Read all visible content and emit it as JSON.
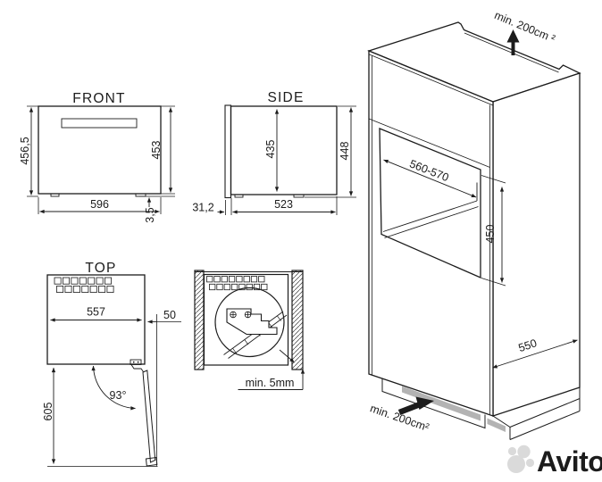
{
  "colors": {
    "ink": "#1c1c1c",
    "vent_grey": "#b3b3b3",
    "watermark_grey": "#dadada"
  },
  "front_view": {
    "title": "FRONT",
    "overall_height": "456,5",
    "body_height": "453",
    "width": "596",
    "feet_height": "3,5"
  },
  "side_view": {
    "title": "SIDE",
    "inner_height": "435",
    "overall_height": "448",
    "door_thickness": "31,2",
    "depth": "523"
  },
  "top_view": {
    "title": "TOP",
    "body_width": "557",
    "door_clearance": "50",
    "door_open_angle": "93°",
    "door_open_depth": "605"
  },
  "corner_detail": {
    "side_gap": "min. 5mm"
  },
  "cabinet_view": {
    "top_vent_area": "min. 200cm ²",
    "niche_width": "560-570",
    "niche_height": "450",
    "cabinet_depth": "550",
    "bottom_vent_area": "min. 200cm²"
  },
  "watermark": {
    "brand": "Avito"
  }
}
